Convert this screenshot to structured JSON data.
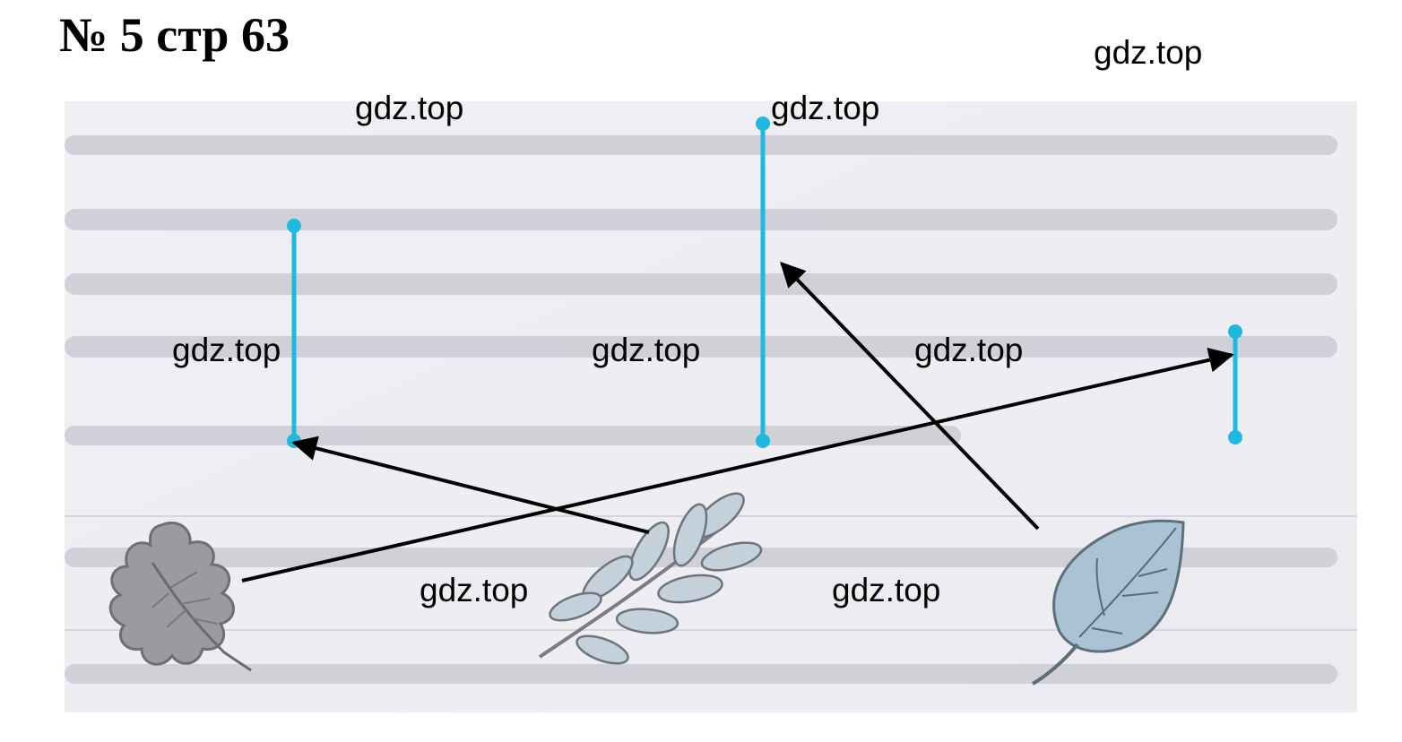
{
  "title": "№ 5 стр 63",
  "watermark": "gdz.top",
  "colors": {
    "segment": "#1fb8e0",
    "arrow": "#000000",
    "photo_bg": "#f2f2f5",
    "faded_text": "#b4b4bc"
  },
  "segments": [
    {
      "name": "segment-short",
      "length_rank": 3
    },
    {
      "name": "segment-long",
      "length_rank": 1
    },
    {
      "name": "segment-medium",
      "length_rank": 2
    }
  ],
  "leaves": [
    {
      "name": "oak-leaf-icon"
    },
    {
      "name": "rowan-leaf-icon"
    },
    {
      "name": "linden-leaf-icon"
    }
  ]
}
